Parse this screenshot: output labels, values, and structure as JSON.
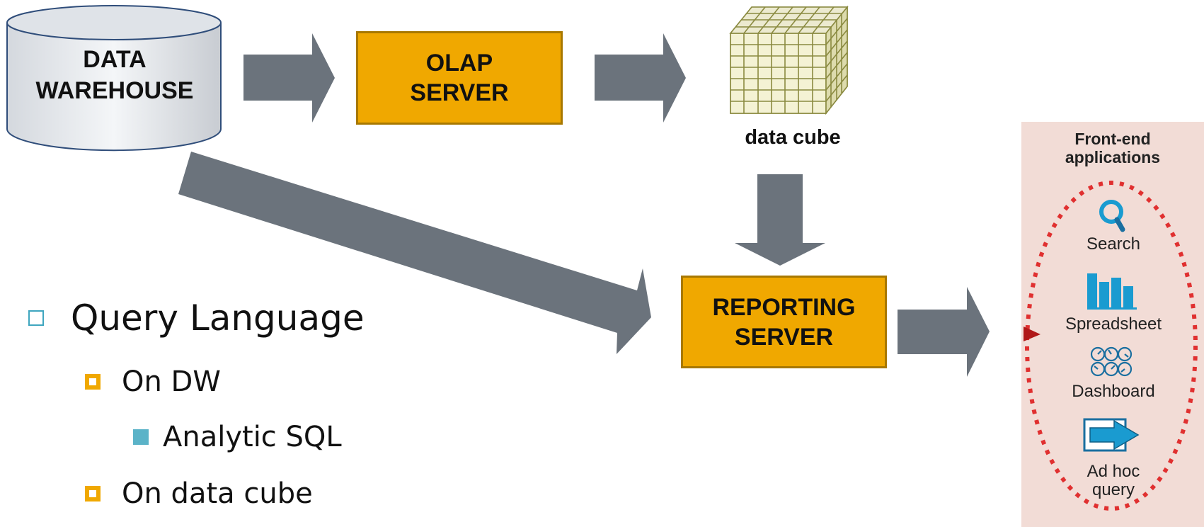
{
  "diagram": {
    "data_warehouse": {
      "line1": "DATA",
      "line2": "WAREHOUSE"
    },
    "olap_server": {
      "line1": "OLAP",
      "line2": "SERVER"
    },
    "data_cube": {
      "label": "data cube"
    },
    "reporting_server": {
      "line1": "REPORTING",
      "line2": "SERVER"
    }
  },
  "bullets": {
    "level0": "Query Language",
    "item_dw": "On DW",
    "item_dw_sub": "Analytic SQL",
    "item_cube": "On data cube"
  },
  "frontend": {
    "title_line1": "Front-end",
    "title_line2": "applications",
    "items": [
      "Search",
      "Spreadsheet",
      "Dashboard",
      "Ad hoc",
      "query"
    ]
  },
  "colors": {
    "arrow": "#6b737c",
    "box_fill": "#f0a800",
    "box_border": "#a87800",
    "panel_bg": "#f2dcd6",
    "dotted_ellipse": "#e03030",
    "icon_blue": "#1a9bd0",
    "cube_fill": "#f2f0d0",
    "cube_line": "#8a8a40"
  }
}
